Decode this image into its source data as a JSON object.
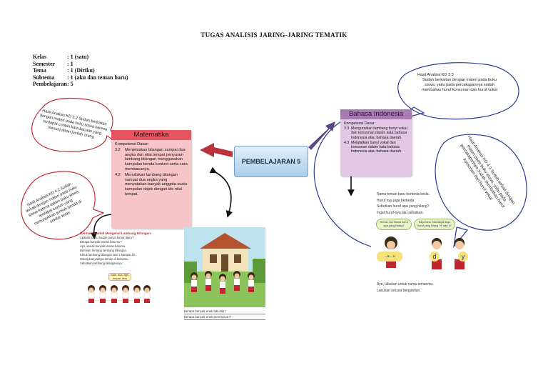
{
  "title": "TUGAS ANALISIS JARING-JARING TEMATIK",
  "meta": [
    {
      "label": "Kelas",
      "value": ": 1 (satu)"
    },
    {
      "label": "Semester",
      "value": ": 1"
    },
    {
      "label": "Tema",
      "value": ": 1 (Diriku)"
    },
    {
      "label": "Subtema",
      "value": ": 1 (aku dan teman baru)"
    },
    {
      "label": "Pembelajaran",
      "value": ": 5"
    }
  ],
  "center": {
    "label": "PEMBELAJARAN 5"
  },
  "matematika": {
    "title": "Matematika",
    "subtitle": "Kompetensi Dasar:",
    "kd": [
      {
        "num": "3.2",
        "text": "Menjelaskan bilangan sampai dua angka dan nilai tempat penyusun lambang bilangan menggunakan kumpulan benda konkret serta cara membacanya."
      },
      {
        "num": "4.2",
        "text": "Menuliskan lambang bilangan sampai dua angka yang menyatakan banyak anggota suatu kumpulan objek dengan ide nilai tempat."
      }
    ],
    "colors": {
      "head": "#e85460",
      "body": "#f7c4c8"
    }
  },
  "bahasa": {
    "title": "Bahasa Indonesia",
    "subtitle": "Kompetensi Dasar:",
    "kd": [
      {
        "num": "3.3",
        "text": "Menguraikan lambang bunyi vokal dan konsonan dalam kata bahasa Indonesia atau bahasa daerah."
      },
      {
        "num": "4.3",
        "text": "Melafalkan bunyi vokal dan konsonan dalam kata bahasa Indonesia atau bahasa daerah."
      }
    ],
    "colors": {
      "head": "#a87cb2",
      "body": "#e3c8e6"
    }
  },
  "bubbles": {
    "mat_kd32": "Hasil Analisis KD 3.2 Sudah berkaitan dengan materi pada buku siswa karena terdapat contoh kata bacaan yang menunjukkan jumlah orang.",
    "mat_kd42": "Hasil Analisis KD 4.2 Sudah terkait dengan materi pada buku siswa karena dalam buku siswa terdapat contoh yang menunjukkan jumlah benda di sekitar kelas",
    "bi_kd33_title": "Hasil Analisis KD 3.3",
    "bi_kd33": "Sudah berkaitan dengan materi pada buku siswa, yaitu pada percakapannya sudah membahas huruf konsonan dan huruf vokal",
    "bi_kd43": "Hasil Analisis KD 4.3 Sudah terkait dengan materi pada buku siswa, yaitu pada percakapannya sudah membahas huruf konsonan dan huruf vokal"
  },
  "illus_left": {
    "heading": "Bermain sambil Mengenal Lambang Bilangan",
    "lines": [
      "Apakah kamu sudah punya teman baru?",
      "Berapa banyak teman barumu?",
      "Ayo, kenali banyak teman barumu.",
      "Bermain tentang lambang bilangan.",
      "Ketuk lambang bilangan dari 1 sampai 10.",
      "Hitung banyaknya teman di kelasmu.",
      "Sebutkan lambang bilangannya."
    ],
    "speech": "Satu, dua, tiga, empat, lima"
  },
  "illus_mid": {
    "lines": [
      "Berapa banyak anak laki-laki?",
      "Berapa banyak anak perempuan?"
    ]
  },
  "illus_right": {
    "lines": [
      "Nama teman baru berbeda-beda.",
      "Huruf nya juga berbeda.",
      "Sebutkan huruf apa yang hilang?",
      "Ingat huruf-nya lalu sebutkan."
    ],
    "speech_left": "Tomas, Ani Nama huruf apa yang hilang?",
    "speech_right": "Saya tahu. Namanya dayu huruf yang hilang \"d\" dan \"y\"",
    "girl_speech": "...a-...u",
    "letter_d": "d",
    "letter_y": "y",
    "footer": [
      "Ayo, lakukan untuk nama temanmu.",
      "Lakukan secara bergantian."
    ]
  }
}
